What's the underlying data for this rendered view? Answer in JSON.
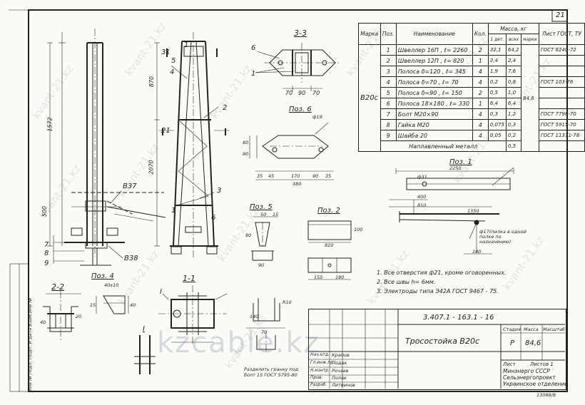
{
  "sheet": {
    "number": "21",
    "side_stamp": "Инв № подл.  Подп. и дата  Взам.инв №",
    "bottom_right_code": "13088/8"
  },
  "watermarks": {
    "site": "kvant-21.kz",
    "big": "kzcable.kz"
  },
  "views": {
    "section_3_3": "3-3",
    "section_2_2": "2-2",
    "section_1_1": "1-1",
    "section_I": "I",
    "pos6": "Поз. 6",
    "pos1": "Поз. 1",
    "pos2": "Поз. 2",
    "pos4": "Поз. 4",
    "pos5": "Поз. 5"
  },
  "marks": {
    "b37": "В37",
    "b38": "В38",
    "side_nums": [
      "7",
      "8",
      "9"
    ],
    "front_nums": [
      "1",
      "2",
      "4",
      "5",
      "3",
      "6"
    ],
    "cut_31": "31",
    "cut_21": "21",
    "cut_11": "1"
  },
  "dims": {
    "main_height": "1572",
    "mid_height": "2070",
    "top_height": "870",
    "side_low": "500",
    "w_70_90_70": [
      "70",
      "90",
      "70"
    ],
    "pos6_w": [
      "35",
      "45",
      "170",
      "90",
      "35"
    ],
    "pos6_total": "380",
    "pos6_h": [
      "80",
      "90"
    ],
    "pos6_hole": "ф19",
    "pos1_len": "2250",
    "pos1_hole": "ф31",
    "pos1_sub": [
      "400",
      "810",
      "1350",
      "180"
    ],
    "pos1_note": "ф17(пилка в одной полке по назначению)",
    "pos2_len": "820",
    "pos2_w": "100",
    "pos2_b": [
      "155",
      "180"
    ],
    "pos5_dims": [
      "50",
      "15",
      "80",
      "90"
    ],
    "pos4_dims": [
      "40x10",
      "15",
      "40"
    ],
    "s22": [
      "20",
      "40"
    ],
    "s11": [
      "R10",
      "70",
      "140"
    ]
  },
  "notes": [
    "1. Все отверстия ф21, кроме оговоренных.",
    "2. Все швы h= 6мм.",
    "3. Электроды типа  Э42А  ГОСТ 9467 - 75."
  ],
  "bolt_note": "Разделить гранку под болт 15  ГОСТ 5795-80",
  "spec": {
    "headers": {
      "mark": "Марка",
      "pos": "Поз.",
      "name": "Наименование",
      "qty": "Кол.",
      "mass": "Масса, кг",
      "mass_one": "1 дет.",
      "mass_all": "всех",
      "mass_mark": "марки",
      "sheet": "Лист ГОСТ, ТУ"
    },
    "mark_value": "В20с",
    "mark_mass": "84,6",
    "rows": [
      {
        "pos": "1",
        "name": "Швеллер 16П , ℓ= 2260",
        "qty": "2",
        "one": "32,1",
        "all": "64,2",
        "gost": "ГОСТ 8240-72"
      },
      {
        "pos": "2",
        "name": "Швеллер 12П , ℓ= 820",
        "qty": "1",
        "one": "2,4",
        "all": "2,4",
        "gost": ""
      },
      {
        "pos": "3",
        "name": "Полоса  δ=120 , ℓ= 345",
        "qty": "4",
        "one": "1,9",
        "all": "7,6",
        "gost": ""
      },
      {
        "pos": "4",
        "name": "Полоса  δ=70 , ℓ= 70",
        "qty": "4",
        "one": "0,2",
        "all": "0,8",
        "gost": "ГОСТ 103-76"
      },
      {
        "pos": "5",
        "name": "Полоса  δ=90 , ℓ= 150",
        "qty": "2",
        "one": "0,5",
        "all": "1,0",
        "gost": ""
      },
      {
        "pos": "6",
        "name": "Полоса  18×180 , ℓ= 330",
        "qty": "1",
        "one": "6,4",
        "all": "6,4",
        "gost": ""
      },
      {
        "pos": "7",
        "name": "Болт  М20×90",
        "qty": "4",
        "one": "0,3",
        "all": "1,2",
        "gost": "ГОСТ 7798-70"
      },
      {
        "pos": "8",
        "name": "Гайка  М20",
        "qty": "4",
        "one": "0,075",
        "all": "0,3",
        "gost": "ГОСТ 5915-70"
      },
      {
        "pos": "9",
        "name": "Шайба  20",
        "qty": "4",
        "one": "0,05",
        "all": "0,2",
        "gost": "ГОСТ 11371-78"
      }
    ],
    "weld_label": "Наплавленный металл",
    "weld_mass": "0,5"
  },
  "title_block": {
    "doc_code": "3.407.1 - 163.1 - 16",
    "title": "Тросостойка  В20с",
    "stage_h": "Стадия",
    "mass_h": "Масса",
    "scale_h": "Масштаб",
    "stage": "Р",
    "mass": "84,6",
    "sheet_label": "Лист",
    "sheets_label": "Листов 1",
    "org": [
      "Минэнерго СССР",
      "Сельэнергопроект",
      "Украинское отделение"
    ],
    "roles": [
      "Нач.отд.",
      "Гл.инж.пр.",
      "Н.контр.",
      "Пров.",
      "Разраб."
    ],
    "names": [
      "Крапов",
      "Подак",
      "Рочаев",
      "Полак",
      "Литвинов"
    ]
  }
}
